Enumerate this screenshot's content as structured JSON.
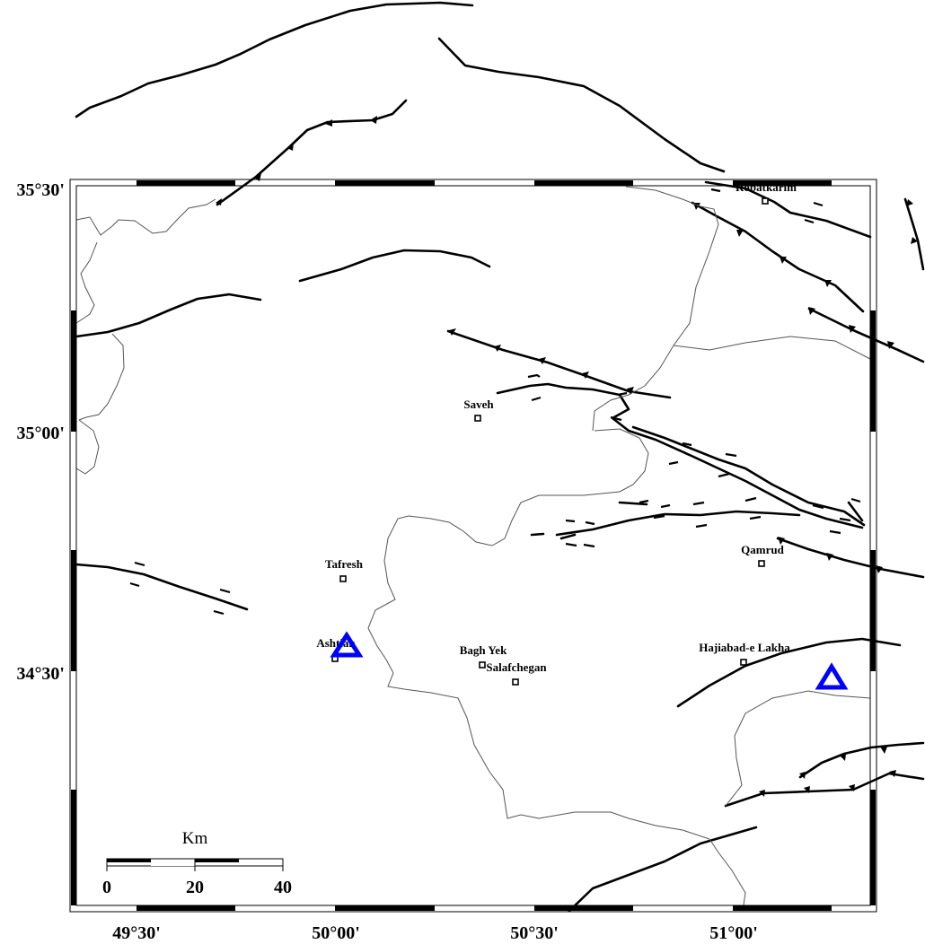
{
  "axes": {
    "lat_labels": [
      "35°30'",
      "35°00'",
      "34°30'"
    ],
    "lon_labels": [
      "49°30'",
      "50°00'",
      "50°30'",
      "51°00'"
    ]
  },
  "cities": [
    {
      "name": "Robatkarim"
    },
    {
      "name": "Saveh"
    },
    {
      "name": "Tafresh"
    },
    {
      "name": "Ashtian"
    },
    {
      "name": "Qamrud"
    },
    {
      "name": "Bagh Yek"
    },
    {
      "name": "Salafchegan"
    },
    {
      "name": "Hajiabad-e Lakha"
    }
  ],
  "scale_bar": {
    "unit": "Km",
    "ticks": [
      "0",
      "20",
      "40"
    ]
  },
  "markers": [
    {
      "type": "station-triangle",
      "color": "#0000ff"
    },
    {
      "type": "station-triangle",
      "color": "#0000ff"
    }
  ],
  "colors": {
    "fault": "#000000",
    "border": "#555555",
    "station": "#0000ff"
  }
}
